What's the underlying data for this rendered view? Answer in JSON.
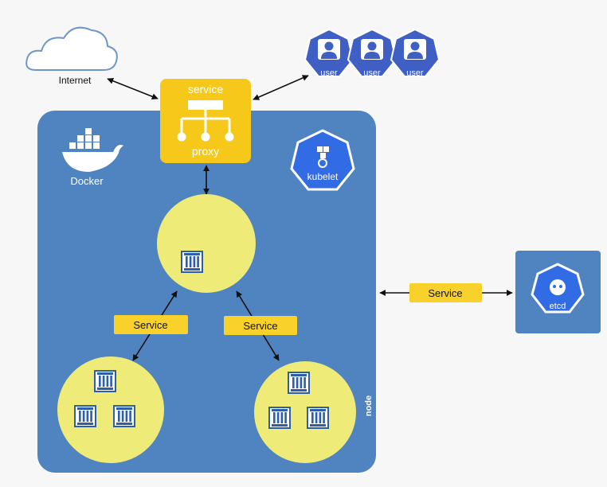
{
  "internet_label": "Internet",
  "users": [
    "user",
    "user",
    "user"
  ],
  "proxy": {
    "top_label": "service",
    "bottom_label": "proxy"
  },
  "node": {
    "docker_label": "Docker",
    "kubelet_label": "kubelet",
    "node_label": "node"
  },
  "service_labels": {
    "left": "Service",
    "right": "Service",
    "external": "Service"
  },
  "etcd_label": "etcd",
  "colors": {
    "node_blue": "#4f84c0",
    "proxy_yellow": "#f6c819",
    "pod_yellow": "#efeb79",
    "service_yellow": "#f8d22b",
    "k8s_blue": "#326ce5",
    "user_blue": "#3f5fc4"
  }
}
